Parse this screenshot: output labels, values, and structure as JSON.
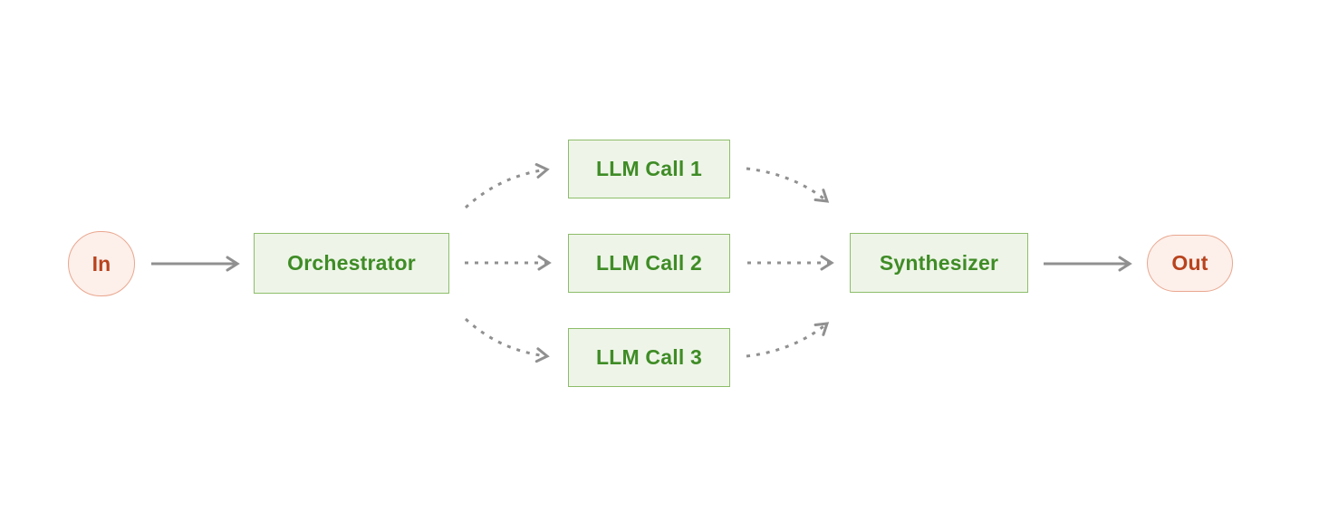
{
  "nodes": {
    "in": {
      "label": "In",
      "shape": "pill",
      "theme": "red"
    },
    "orchestrator": {
      "label": "Orchestrator",
      "shape": "rect",
      "theme": "green"
    },
    "llm_call_1": {
      "label": "LLM Call 1",
      "shape": "rect",
      "theme": "green"
    },
    "llm_call_2": {
      "label": "LLM Call 2",
      "shape": "rect",
      "theme": "green"
    },
    "llm_call_3": {
      "label": "LLM Call 3",
      "shape": "rect",
      "theme": "green"
    },
    "synthesizer": {
      "label": "Synthesizer",
      "shape": "rect",
      "theme": "green"
    },
    "out": {
      "label": "Out",
      "shape": "pill",
      "theme": "red"
    }
  },
  "edges": [
    {
      "from": "In",
      "to": "Orchestrator",
      "style": "solid",
      "shape": "straight"
    },
    {
      "from": "Orchestrator",
      "to": "LLM Call 1",
      "style": "dashed",
      "shape": "curved"
    },
    {
      "from": "Orchestrator",
      "to": "LLM Call 2",
      "style": "dashed",
      "shape": "straight"
    },
    {
      "from": "Orchestrator",
      "to": "LLM Call 3",
      "style": "dashed",
      "shape": "curved"
    },
    {
      "from": "LLM Call 1",
      "to": "Synthesizer",
      "style": "dashed",
      "shape": "curved"
    },
    {
      "from": "LLM Call 2",
      "to": "Synthesizer",
      "style": "dashed",
      "shape": "straight"
    },
    {
      "from": "LLM Call 3",
      "to": "Synthesizer",
      "style": "dashed",
      "shape": "curved"
    },
    {
      "from": "Synthesizer",
      "to": "Out",
      "style": "solid",
      "shape": "straight"
    }
  ],
  "colors": {
    "background": "#ffffff",
    "green_fill": "#eef5e8",
    "green_border": "#8dbd6a",
    "green_text": "#3f8c26",
    "red_fill": "#fdefea",
    "red_border": "#e9a78f",
    "red_text": "#b8431d",
    "arrow": "#909090"
  }
}
